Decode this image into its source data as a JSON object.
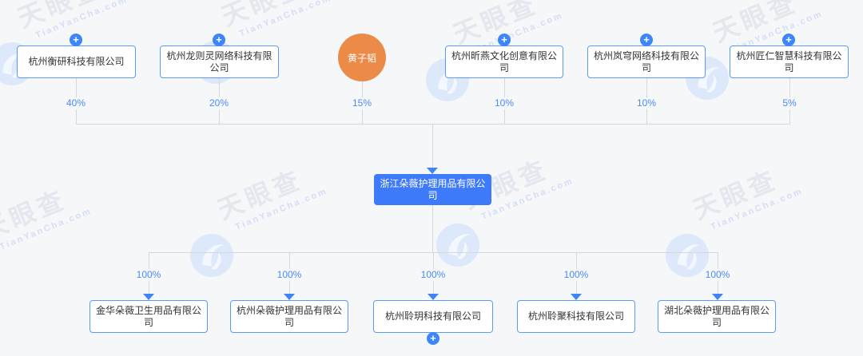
{
  "watermark": {
    "cn": "天眼查",
    "en": "TianYanCha.com"
  },
  "icons": {
    "plus": "+"
  },
  "colors": {
    "page_bg": "#f6f7f9",
    "node_border": "#5b9bf8",
    "root_bg": "#3e7bfa",
    "person_bg": "#ec8b47",
    "percent_text": "#4a8cf7",
    "line": "#d5d7dc",
    "arrow": "#3e86f7"
  },
  "structure": {
    "root": {
      "name": "浙江朵薇护理用品有限公司"
    },
    "shareholders": [
      {
        "name": "杭州衡研科技有限公司",
        "percent": "40%"
      },
      {
        "name": "杭州龙则灵网络科技有限公司",
        "percent": "20%"
      },
      {
        "name": "黄子韬",
        "percent": "15%"
      },
      {
        "name": "杭州昕燕文化创意有限公司",
        "percent": "10%"
      },
      {
        "name": "杭州岚穹网络科技有限公司",
        "percent": "10%"
      },
      {
        "name": "杭州匠仁智慧科技有限公司",
        "percent": "5%"
      }
    ],
    "subsidiaries": [
      {
        "name": "金华朵薇卫生用品有限公司",
        "percent": "100%"
      },
      {
        "name": "杭州朵薇护理用品有限公司",
        "percent": "100%"
      },
      {
        "name": "杭州聆玥科技有限公司",
        "percent": "100%"
      },
      {
        "name": "杭州聆聚科技有限公司",
        "percent": "100%"
      },
      {
        "name": "湖北朵薇护理用品有限公司",
        "percent": "100%"
      }
    ]
  }
}
